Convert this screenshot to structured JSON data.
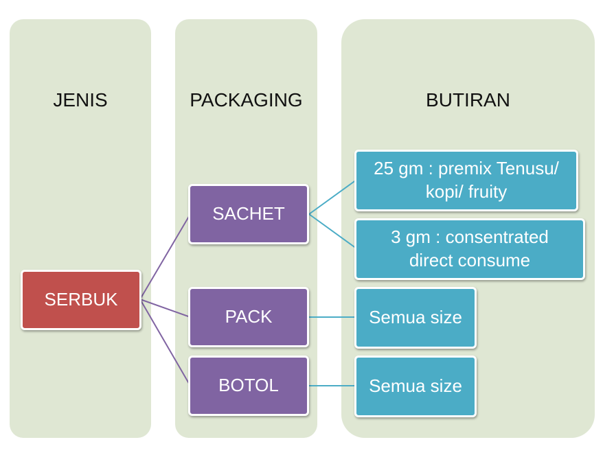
{
  "columns": {
    "jenis": "JENIS",
    "packaging": "PACKAGING",
    "butiran": "BUTIRAN"
  },
  "nodes": {
    "serbuk": "SERBUK",
    "sachet": "SACHET",
    "pack": "PACK",
    "botol": "BOTOL",
    "detail_premix_line1": "25 gm : premix Tenusu/",
    "detail_premix_line2": "kopi/ fruity",
    "detail_consentrated_line1": "3 gm : consentrated",
    "detail_consentrated_line2": "direct consume",
    "detail_pack": "Semua size",
    "detail_botol": "Semua size"
  },
  "colors": {
    "column_bg": "#dfe7d3",
    "jenis": "#c0504d",
    "packaging": "#8064a2",
    "butiran": "#4bacc6",
    "line_purple": "#8064a2",
    "line_teal": "#4bacc6"
  }
}
